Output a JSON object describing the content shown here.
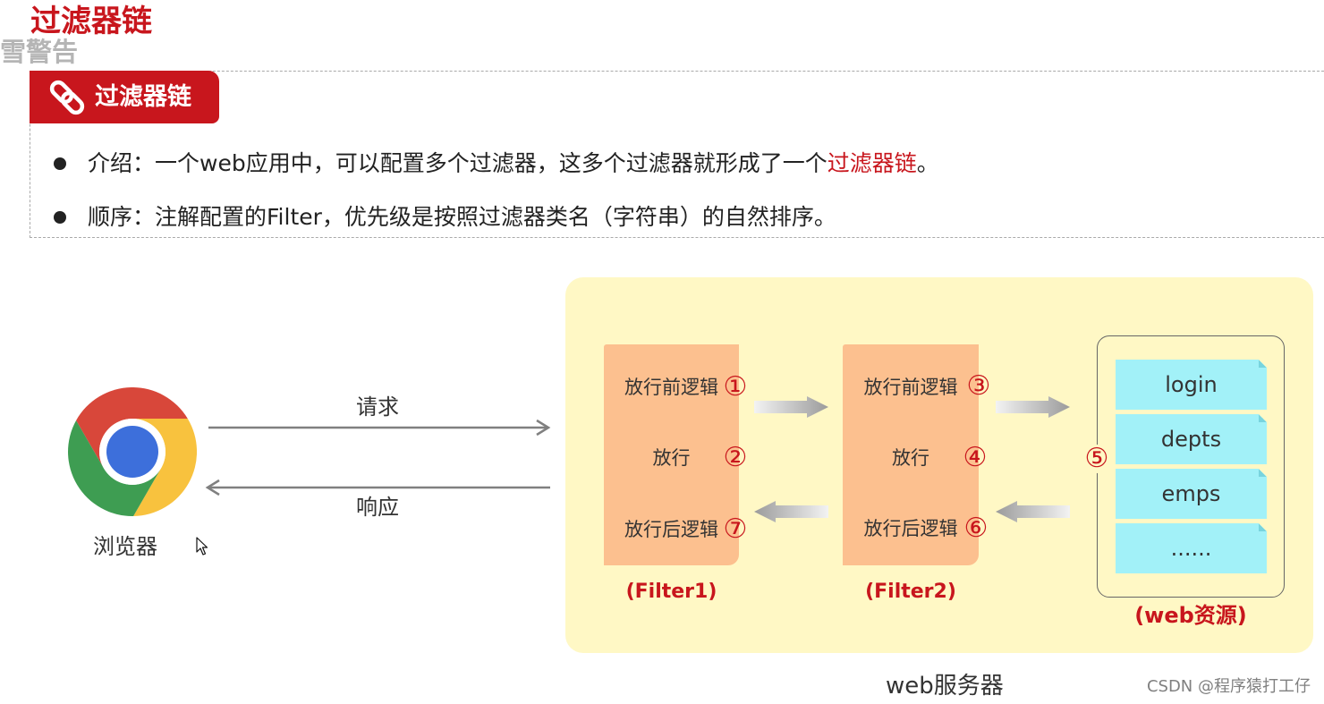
{
  "slide": {
    "title": "过滤器链",
    "overlay_text": "雪警告"
  },
  "section": {
    "tab": {
      "icon": "chain-link-icon",
      "label": "过滤器链"
    },
    "bullets": [
      {
        "lead": "介绍：一个web应用中，可以配置多个过滤器，这多个过滤器就形成了一个",
        "highlight": "过滤器链",
        "tail": "。"
      },
      {
        "text": "顺序：注解配置的Filter，优先级是按照过滤器类名（字符串）的自然排序。"
      }
    ]
  },
  "diagram": {
    "browser": {
      "icon": "chrome-icon",
      "label": "浏览器",
      "cursor_icon": "mouse-cursor-icon"
    },
    "request_label": "请求",
    "response_label": "响应",
    "server": {
      "label": "web服务器",
      "filters": [
        {
          "caption": "(Filter1)",
          "steps": [
            {
              "text": "放行前逻辑",
              "num": "①"
            },
            {
              "text": "放行",
              "num": "②"
            },
            {
              "text": "放行后逻辑",
              "num": "⑦"
            }
          ]
        },
        {
          "caption": "(Filter2)",
          "steps": [
            {
              "text": "放行前逻辑",
              "num": "③"
            },
            {
              "text": "放行",
              "num": "④"
            },
            {
              "text": "放行后逻辑",
              "num": "⑥"
            }
          ]
        }
      ],
      "resources": {
        "caption": "(web资源)",
        "num": "⑤",
        "items": [
          "login",
          "depts",
          "emps",
          "......"
        ]
      }
    }
  },
  "watermark": "CSDN @程序猿打工仔",
  "colors": {
    "accent_red": "#C8161D",
    "panel_yellow": "#FFF8C5",
    "filter_orange": "#FCC08F",
    "resource_cyan": "#A2F1F8",
    "chrome_red": "#D8473A",
    "chrome_yellow": "#F8C23E",
    "chrome_green": "#3E9D52",
    "chrome_blue": "#3D6FDB"
  }
}
